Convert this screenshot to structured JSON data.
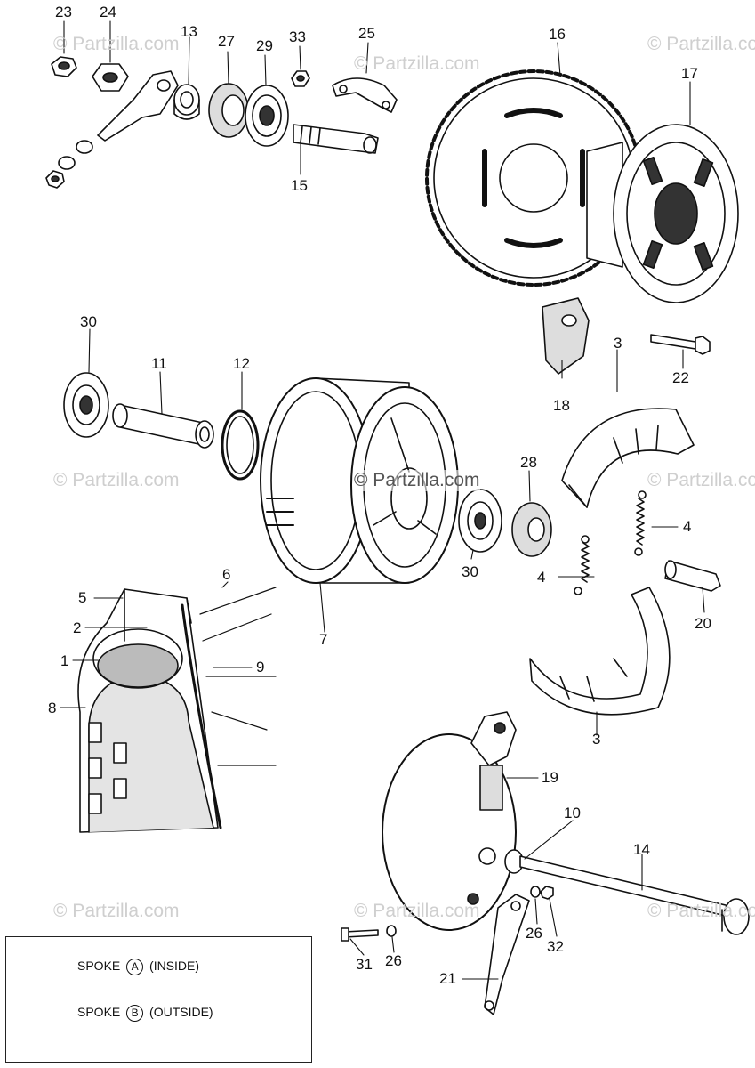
{
  "watermark": {
    "text": "© Partzilla.com",
    "center_text": "© Partzilla.com"
  },
  "callouts": [
    "23",
    "24",
    "13",
    "27",
    "29",
    "33",
    "25",
    "15",
    "16",
    "17",
    "30",
    "11",
    "12",
    "18",
    "3",
    "22",
    "28",
    "30",
    "4",
    "4",
    "20",
    "7",
    "6",
    "5",
    "2",
    "1",
    "9",
    "8",
    "3",
    "19",
    "10",
    "14",
    "26",
    "32",
    "31",
    "26",
    "21"
  ],
  "legend": {
    "spoke_a_label": "SPOKE",
    "spoke_a_letter": "A",
    "spoke_a_position": "(INSIDE)",
    "spoke_b_label": "SPOKE",
    "spoke_b_letter": "B",
    "spoke_b_position": "(OUTSIDE)"
  }
}
